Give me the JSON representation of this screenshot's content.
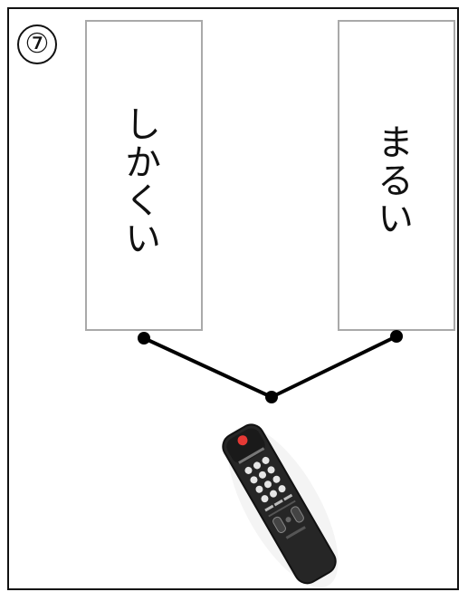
{
  "question_number": "⑦",
  "cards": {
    "left": {
      "word": "しかくい"
    },
    "right": {
      "word": "まるい"
    }
  },
  "picture": {
    "object_icon": "remote-control-icon"
  },
  "colors": {
    "border": "#111111",
    "card_border": "#a9a9a9",
    "line": "#000000",
    "remote_body": "#262626",
    "power_button": "#e53935"
  }
}
